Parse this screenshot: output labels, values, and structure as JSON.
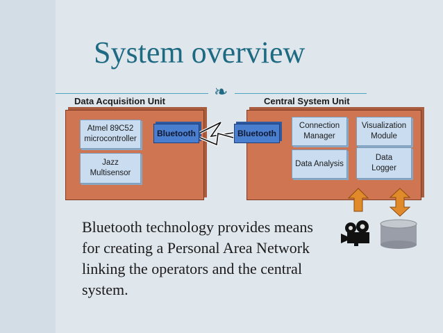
{
  "slide": {
    "title": "System overview",
    "body": "Bluetooth technology provides means for creating a Personal Area Network linking the operators and the central system."
  },
  "units": {
    "data_acquisition": {
      "label": "Data Acquisition Unit",
      "blocks": [
        "Atmel 89C52\nmicrocontroller",
        "Jazz\nMultisensor"
      ],
      "bluetooth": "Bluetooth"
    },
    "central": {
      "label": "Central System Unit",
      "blocks": [
        "Connection\nManager",
        "Visualization\nModule",
        "Data Analysis",
        "Data\nLogger"
      ],
      "bluetooth": "Bluetooth"
    }
  },
  "icons": {
    "bullet": "flourish-icon",
    "link": "lightning-link-icon",
    "camera": "movie-camera-icon",
    "storage": "database-cylinder-icon",
    "up_arrow": "up-arrow-icon",
    "updown_arrow": "up-down-arrow-icon"
  },
  "colors": {
    "title": "#1e6a82",
    "unit_fill": "#cf7551",
    "block_fill": "#c9dcf0",
    "bluetooth_fill": "#4a7fd0",
    "arrow_fill": "#e08a2a"
  }
}
